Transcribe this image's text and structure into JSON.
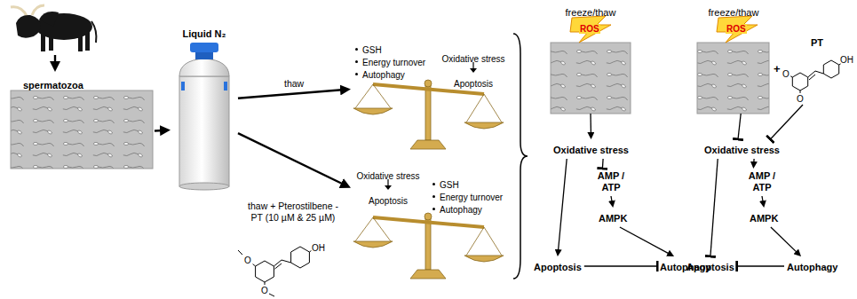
{
  "diagram": {
    "nodes": [
      {
        "text": [
          "spermatozoa"
        ]
      },
      {
        "text": [
          "Liquid N₂"
        ]
      },
      {
        "text": [
          "GSH",
          "Energy turnover",
          "Autophagy",
          "Oxidative stress",
          "Apoptosis"
        ]
      },
      {
        "text": [
          "Oxidative stress",
          "Apoptosis",
          "GSH",
          "Energy turnover",
          "Autophagy"
        ]
      },
      {
        "text": [
          "freeze/thaw"
        ]
      },
      {
        "text": [
          "Oxidative stress"
        ]
      },
      {
        "text": [
          "AMP / ATP"
        ]
      },
      {
        "text": [
          "AMPK"
        ]
      },
      {
        "text": [
          "Apoptosis"
        ]
      },
      {
        "text": [
          "Autophagy"
        ]
      },
      {
        "text": [
          "freeze/thaw"
        ]
      },
      {
        "text": [
          "PT"
        ]
      },
      {
        "text": [
          "Oxidative stress"
        ]
      },
      {
        "text": [
          "AMP / ATP"
        ]
      },
      {
        "text": [
          "AMPK"
        ]
      },
      {
        "text": [
          "Apoptosis"
        ]
      },
      {
        "text": [
          "Autophagy"
        ]
      }
    ],
    "edges": [
      {
        "from": 0,
        "to": 1,
        "arrow": "to"
      },
      {
        "from": 1,
        "to": 2,
        "label": "thaw",
        "arrow": "to"
      },
      {
        "from": 1,
        "to": 3,
        "label": "thaw + Pterostilbene - PT (10 µM & 25 µM)",
        "arrow": "to"
      },
      {
        "from": 4,
        "to": 5,
        "arrow": "to"
      },
      {
        "from": 5,
        "to": 6,
        "arrow": "to"
      },
      {
        "from": 6,
        "to": 7,
        "arrow": "to"
      },
      {
        "from": 7,
        "to": 9,
        "arrow": "to"
      },
      {
        "from": 5,
        "to": 8,
        "arrow": "to"
      },
      {
        "from": 8,
        "to": 9,
        "arrow": "to"
      },
      {
        "from": 10,
        "to": 12,
        "arrow": "to"
      },
      {
        "from": 11,
        "to": 12,
        "arrow": "to"
      },
      {
        "from": 12,
        "to": 13,
        "arrow": "to"
      },
      {
        "from": 13,
        "to": 14,
        "arrow": "to"
      },
      {
        "from": 14,
        "to": 16,
        "arrow": "to"
      },
      {
        "from": 12,
        "to": 15,
        "arrow": "to"
      },
      {
        "from": 16,
        "to": 15,
        "arrow": "to"
      }
    ],
    "labels": [
      "O",
      "O",
      "OH",
      "ROS",
      "ROS",
      "+",
      "O",
      "O",
      "OH"
    ]
  }
}
